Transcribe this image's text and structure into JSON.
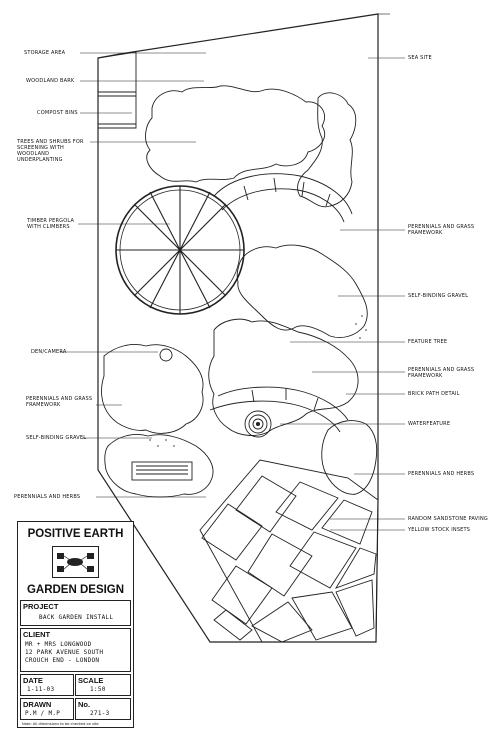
{
  "labels_left": {
    "storage_area": "STORAGE AREA",
    "woodland_bark": "WOODLAND BARK",
    "compost_bins": "COMPOST BINS",
    "trees_shrubs": "TREES AND SHRUBS FOR SCREENING WITH WOODLAND UNDERPLANTING",
    "timber_pergola": "TIMBER PERGOLA WITH CLIMBERS",
    "den_camera": "DEN/CAMERA",
    "perennials_grass_left": "PERENNIALS AND GRASS FRAMEWORK",
    "self_binding_gravel_left": "SELF-BINDING GRAVEL",
    "perennials_herbs_left": "PERENNIALS AND HERBS"
  },
  "labels_right": {
    "sea_site": "SEA SITE",
    "perennials_grass_framework_1": "PERENNIALS AND GRASS FRAMEWORK",
    "self_binding_gravel": "SELF-BINDING GRAVEL",
    "feature_tree": "FEATURE TREE",
    "perennials_grass_framework_2": "PERENNIALS AND GRASS FRAMEWORK",
    "brick_path_detail": "BRICK PATH DETAIL",
    "waterfeature": "WATERFEATURE",
    "perennials_and_herbs": "PERENNIALS AND HERBS",
    "random_sandstone_paving": "RANDOM SANDSTONE PAVING",
    "yellow_stock_insets": "YELLOW STOCK INSETS"
  },
  "title_block": {
    "brand_top": "POSITIVE EARTH",
    "brand_bottom": "GARDEN DESIGN",
    "project_label": "PROJECT",
    "project_value": "BACK GARDEN INSTALL",
    "client_label": "CLIENT",
    "client_line1": "MR + MRS LONGWOOD",
    "client_line2": "12 PARK AVENUE SOUTH",
    "client_line3": "CROUCH END - LONDON",
    "date_label": "DATE",
    "date_value": "1-11-03",
    "scale_label": "SCALE",
    "scale_value": "1:50",
    "drawn_label": "DRAWN",
    "drawn_value": "P.M / M.P",
    "no_label": "No.",
    "no_value": "271-3",
    "note": "Note: All dimensions to be checked on site"
  }
}
